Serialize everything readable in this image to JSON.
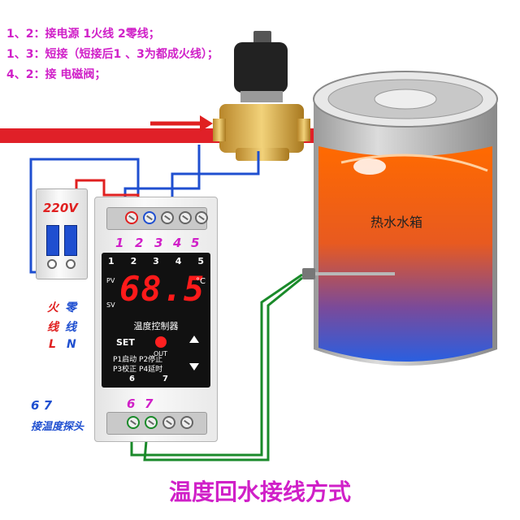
{
  "notes": [
    "1、2：接电源 1火线  2零线；",
    "1、3：短接（短接后1 、3为都成火线）；",
    "4、2：接 电磁阀；"
  ],
  "breaker": {
    "voltage": "220V"
  },
  "phase_labels": {
    "live": "火",
    "live2": "线",
    "live_code": "L",
    "neutral": "零",
    "neutral2": "线",
    "neutral_code": "N"
  },
  "controller": {
    "top_terminal_numbers": [
      "1",
      "2",
      "3",
      "4",
      "5"
    ],
    "face_numbers": [
      "1",
      "2",
      "3",
      "4",
      "5"
    ],
    "display_value": "68.5",
    "pv_label": "PV",
    "sv_label": "SV",
    "unit": "°C",
    "name": "温度控制器",
    "set_label": "SET",
    "out_label": "OUT",
    "p_line1": "P1启动 P2停止",
    "p_line2": "P3校正 P4延时",
    "bottom_face_numbers": [
      "6",
      "7"
    ],
    "bottom_terminal_numbers": [
      "6",
      "7"
    ]
  },
  "probe_note": {
    "numbers": "6   7",
    "text": "接温度探头"
  },
  "tank": {
    "label": "热水水箱"
  },
  "footer": {
    "title": "温度回水接线方式"
  },
  "colors": {
    "wire_live": "#e02020",
    "wire_neutral": "#1f4fd0",
    "wire_probe": "#1a8a2a",
    "accent_text": "#d020c8",
    "display": "#ff1a1a"
  }
}
